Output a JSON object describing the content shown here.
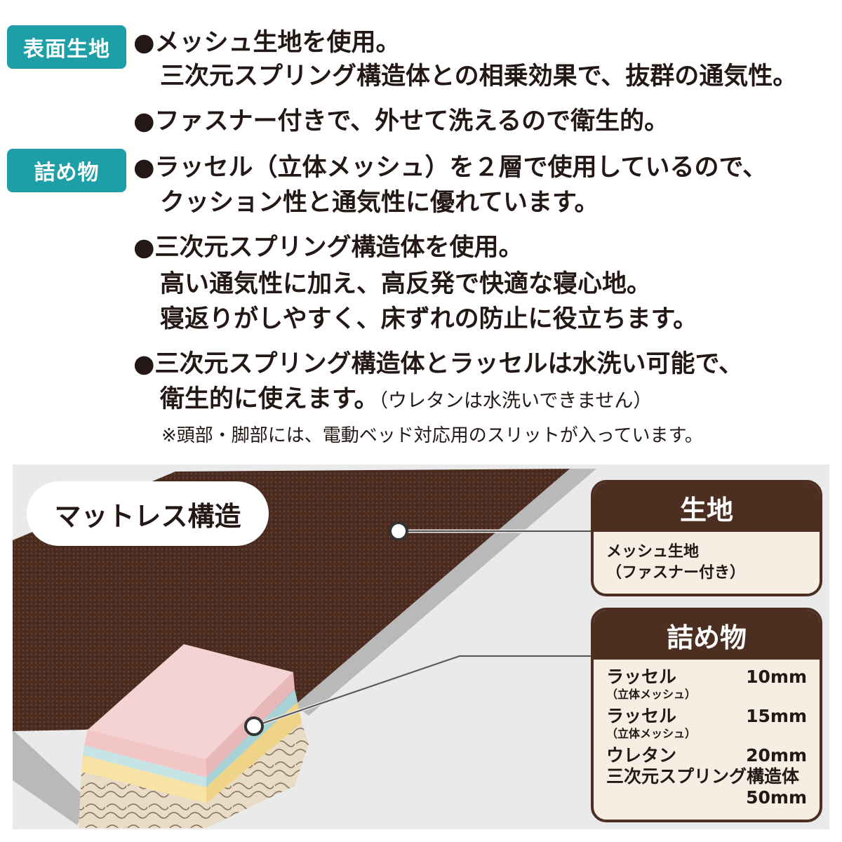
{
  "sections": {
    "surface_tag": "表面生地",
    "filling_tag": "詰め物"
  },
  "bullets": {
    "b1_line1": "●メッシュ生地を使用。",
    "b1_line2": "三次元スプリング構造体との相乗効果で、抜群の通気性。",
    "b2_line1": "●ファスナー付きで、外せて洗えるので衛生的。",
    "b3_line1": "●ラッセル（立体メッシュ）を２層で使用しているので、",
    "b3_line2": "クッション性と通気性に優れています。",
    "b4_line1": "●三次元スプリング構造体を使用。",
    "b4_line2": "高い通気性に加え、高反発で快適な寝心地。",
    "b4_line3": "寝返りがしやすく、床ずれの防止に役立ちます。",
    "b5_line1": "●三次元スプリング構造体とラッセルは水洗い可能で、",
    "b5_line2": "衛生的に使えます。",
    "b5_aside": "（ウレタンは水洗いできません）",
    "note": "※頭部・脚部には、電動ベッド対応用のスリットが入っています。"
  },
  "diagram": {
    "title": "マットレス構造",
    "colors": {
      "fabric": "#4a2b1f",
      "side": "#b9b9b9",
      "pink": "#f6d3d3",
      "blue": "#c6e4e6",
      "yellow": "#f7e3a5",
      "beige": "#e9dcc6"
    },
    "fabric_card": {
      "heading": "生地",
      "line1": "メッシュ生地",
      "line2": "（ファスナー付き）"
    },
    "filling_card": {
      "heading": "詰め物",
      "rows": [
        {
          "name": "ラッセル",
          "sub": "（立体メッシュ）",
          "size": "10mm"
        },
        {
          "name": "ラッセル",
          "sub": "（立体メッシュ）",
          "size": "15mm"
        },
        {
          "name": "ウレタン",
          "sub": "",
          "size": "20mm"
        },
        {
          "name": "三次元スプリング構造体",
          "sub": "",
          "size": "50mm"
        }
      ]
    }
  }
}
